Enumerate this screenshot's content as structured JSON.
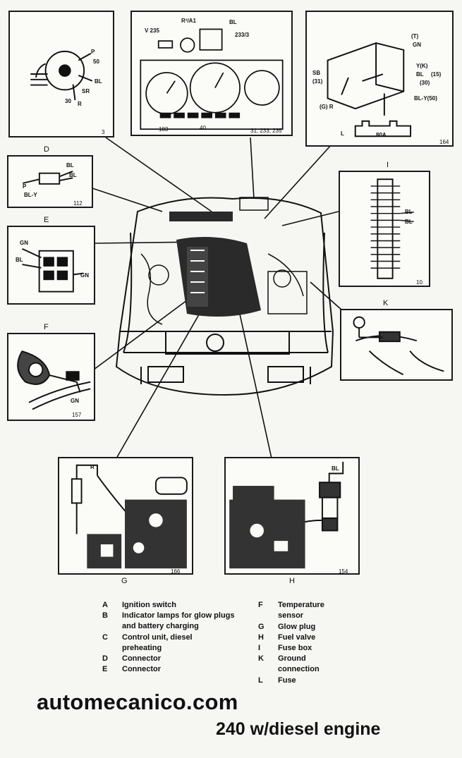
{
  "callouts": {
    "A": {
      "letter": "",
      "fig": "3",
      "labels": [
        "P",
        "50",
        "BL",
        "SR",
        "30",
        "R"
      ]
    },
    "B": {
      "fig": "31, 233, 235",
      "labels": [
        "V 235",
        "R³/A1",
        "BL",
        "233/3",
        "183",
        "40"
      ]
    },
    "C": {
      "fig": "164",
      "labels": [
        "(T)",
        "GN",
        "Y(K)",
        "BL",
        "(15)",
        "(30)",
        "BL-Y(50)",
        "SB",
        "(31)",
        "(G) R",
        "L",
        "80A"
      ]
    },
    "D": {
      "letter": "D",
      "fig": "112",
      "labels": [
        "BL",
        "BL",
        "P",
        "BL-Y"
      ]
    },
    "E": {
      "letter": "E",
      "labels": [
        "GN",
        "BL",
        "GN"
      ]
    },
    "I": {
      "letter": "I",
      "fig": "10",
      "labels": [
        "BL",
        "BL"
      ]
    },
    "K": {
      "letter": "K"
    },
    "F": {
      "letter": "F",
      "fig": "157",
      "labels": [
        "GN"
      ]
    },
    "G": {
      "letter": "G",
      "fig": "166",
      "labels": [
        "R"
      ]
    },
    "H": {
      "letter": "H",
      "fig": "154",
      "labels": [
        "BL"
      ]
    }
  },
  "legend_left": [
    {
      "key": "A",
      "text": "Ignition switch"
    },
    {
      "key": "B",
      "text": "Indicator lamps for glow plugs and battery charging"
    },
    {
      "key": "C",
      "text": "Control unit, diesel preheating"
    },
    {
      "key": "D",
      "text": "Connector"
    },
    {
      "key": "E",
      "text": "Connector"
    }
  ],
  "legend_right": [
    {
      "key": "F",
      "text": "Temperature sensor"
    },
    {
      "key": "G",
      "text": "Glow plug"
    },
    {
      "key": "H",
      "text": "Fuel valve"
    },
    {
      "key": "I",
      "text": "Fuse box"
    },
    {
      "key": "K",
      "text": "Ground connection"
    },
    {
      "key": "L",
      "text": "Fuse"
    }
  ],
  "site": "automecanico.com",
  "subtitle": "240 w/diesel engine"
}
